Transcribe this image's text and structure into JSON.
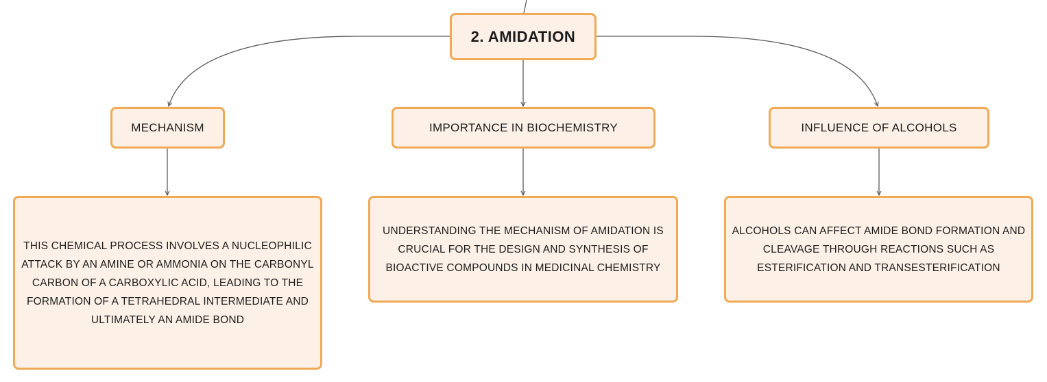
{
  "colors": {
    "node_fill": "#fdf1e7",
    "node_border": "#f0a955",
    "connector": "#5a5a5a",
    "text": "#1c1c1c"
  },
  "root": {
    "label": "2. AMIDATION"
  },
  "branches": [
    {
      "id": "mechanism",
      "label": "MECHANISM",
      "detail": "THIS CHEMICAL PROCESS INVOLVES A NUCLEOPHILIC ATTACK BY AN AMINE OR AMMONIA ON THE CARBONYL CARBON OF A CARBOXYLIC ACID, LEADING TO THE FORMATION OF A TETRAHEDRAL INTERMEDIATE AND ULTIMATELY AN AMIDE BOND"
    },
    {
      "id": "importance",
      "label": "IMPORTANCE IN BIOCHEMISTRY",
      "detail": "UNDERSTANDING THE MECHANISM OF AMIDATION IS CRUCIAL FOR THE DESIGN AND SYNTHESIS OF BIOACTIVE COMPOUNDS IN MEDICINAL CHEMISTRY"
    },
    {
      "id": "alcohols",
      "label": "INFLUENCE OF ALCOHOLS",
      "detail": "ALCOHOLS CAN AFFECT AMIDE BOND FORMATION AND CLEAVAGE THROUGH REACTIONS SUCH AS ESTERIFICATION AND TRANSESTERIFICATION"
    }
  ]
}
